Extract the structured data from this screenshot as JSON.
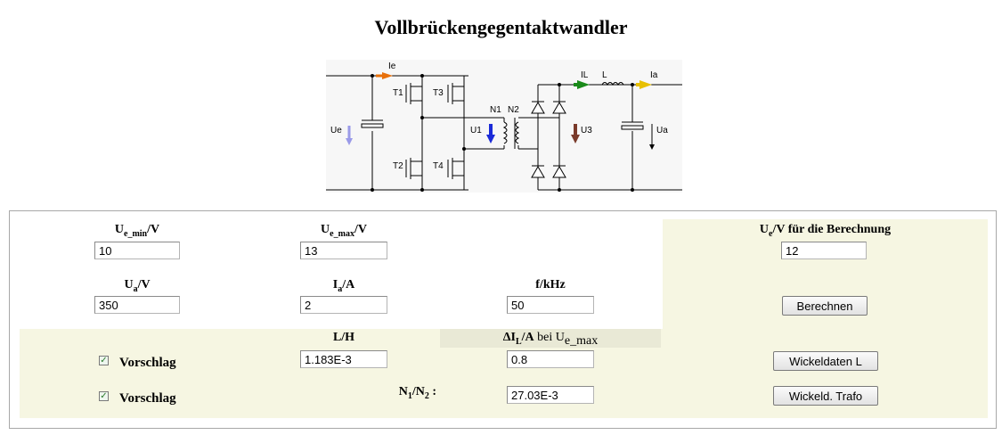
{
  "page": {
    "title": "Vollbrückengegentaktwandler"
  },
  "circuit": {
    "labels": {
      "ie": "Ie",
      "t1": "T1",
      "t2": "T2",
      "t3": "T3",
      "t4": "T4",
      "ue": "Ue",
      "n1": "N1",
      "n2": "N2",
      "u1": "U1",
      "u3": "U3",
      "il": "IL",
      "l": "L",
      "ia": "Ia",
      "ua": "Ua"
    },
    "arrow_colors": {
      "ie": "#e8700a",
      "ue": "#9a9ae8",
      "u1": "#1a2ad8",
      "u3": "#7a3a2a",
      "il": "#1a8a1a",
      "ia": "#e8c000"
    }
  },
  "form": {
    "ue_min": {
      "label_main": "U",
      "label_sub": "e_min",
      "label_unit": "/V",
      "value": "10"
    },
    "ue_max": {
      "label_main": "U",
      "label_sub": "e_max",
      "label_unit": "/V",
      "value": "13"
    },
    "ue_calc": {
      "label_main": "U",
      "label_sub": "e",
      "label_unit": "/V für die Berechnung",
      "value": "12"
    },
    "ua": {
      "label_main": "U",
      "label_sub": "a",
      "label_unit": "/V",
      "value": "350"
    },
    "ia": {
      "label_main": "I",
      "label_sub": "a",
      "label_unit": "/A",
      "value": "2"
    },
    "f": {
      "label": "f/kHz",
      "value": "50"
    },
    "calc_button": "Berechnen",
    "l": {
      "label": "L/H",
      "value": "1.183E-3"
    },
    "delta_il": {
      "label_delta": "ΔI",
      "label_sub": "L",
      "label_unit": "/A",
      "label_bei": " bei U",
      "label_bei_sub": "e_max",
      "value": "0.8"
    },
    "ratio": {
      "label_main": "N",
      "label_sub1": "1",
      "label_mid": "/N",
      "label_sub2": "2",
      "label_end": " :",
      "value": "27.03E-3"
    },
    "vorschlag1": {
      "label": "Vorschlag",
      "checked": true
    },
    "vorschlag2": {
      "label": "Vorschlag",
      "checked": true
    },
    "wickel_l_button": "Wickeldaten L",
    "wickel_trafo_button": "Wickeld. Trafo"
  }
}
